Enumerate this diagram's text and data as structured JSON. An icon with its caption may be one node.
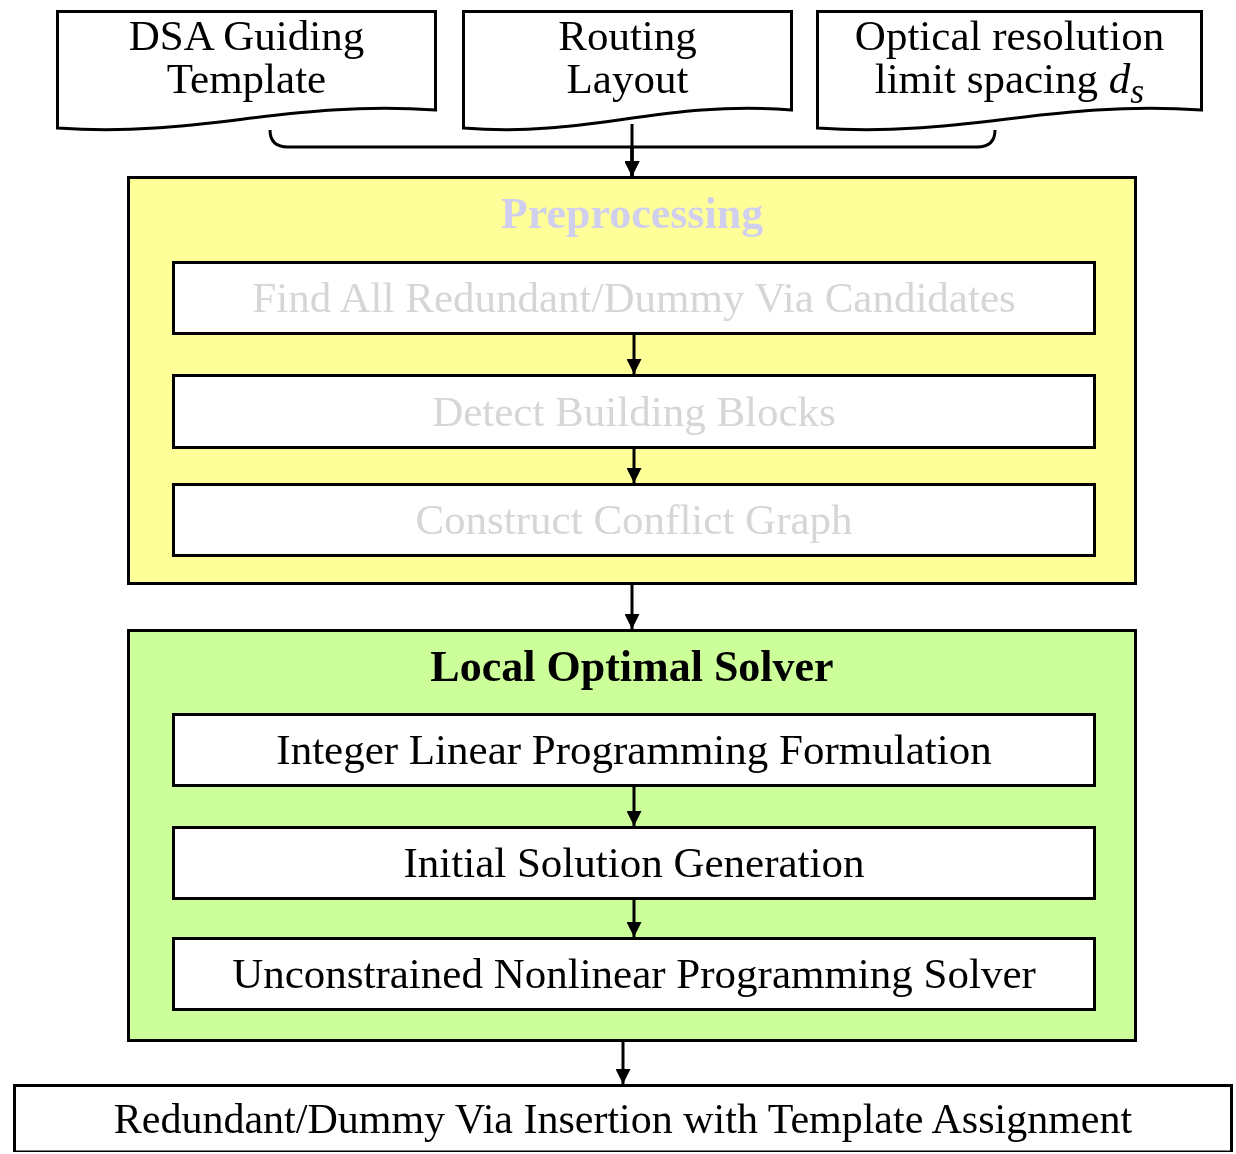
{
  "diagram": {
    "nodes": [
      {
        "text": [
          "DSA Guiding Template"
        ]
      },
      {
        "text": [
          "Routing Layout"
        ]
      },
      {
        "text": [
          "Optical resolution limit spacing *d*$_{s}$"
        ]
      },
      {
        "text": [
          "Preprocessing"
        ]
      },
      {
        "text": [
          "Find All Redundant/Dummy Via Candidates"
        ],
        "in": 3
      },
      {
        "text": [
          "Detect Building Blocks"
        ],
        "in": 3
      },
      {
        "text": [
          "Construct Conflict Graph"
        ],
        "in": 3
      },
      {
        "text": [
          "Local Optimal Solver"
        ]
      },
      {
        "text": [
          "Integer Linear Programming Formulation"
        ],
        "in": 7
      },
      {
        "text": [
          "Initial Solution Generation"
        ],
        "in": 7
      },
      {
        "text": [
          "Unconstrained Nonlinear Programming Solver"
        ],
        "in": 7
      },
      {
        "text": [
          "Redundant/Dummy Via Insertion with Template Assignment"
        ]
      }
    ],
    "edges": [
      {
        "from": 0,
        "to": 3,
        "arrow": "to"
      },
      {
        "from": 1,
        "to": 3,
        "arrow": "to"
      },
      {
        "from": 2,
        "to": 3,
        "arrow": "to"
      },
      {
        "from": 4,
        "to": 5,
        "arrow": "to"
      },
      {
        "from": 5,
        "to": 6,
        "arrow": "to"
      },
      {
        "from": 3,
        "to": 7,
        "arrow": "to"
      },
      {
        "from": 8,
        "to": 9,
        "arrow": "to"
      },
      {
        "from": 9,
        "to": 10,
        "arrow": "to"
      },
      {
        "from": 7,
        "to": 11,
        "arrow": "to"
      }
    ]
  }
}
